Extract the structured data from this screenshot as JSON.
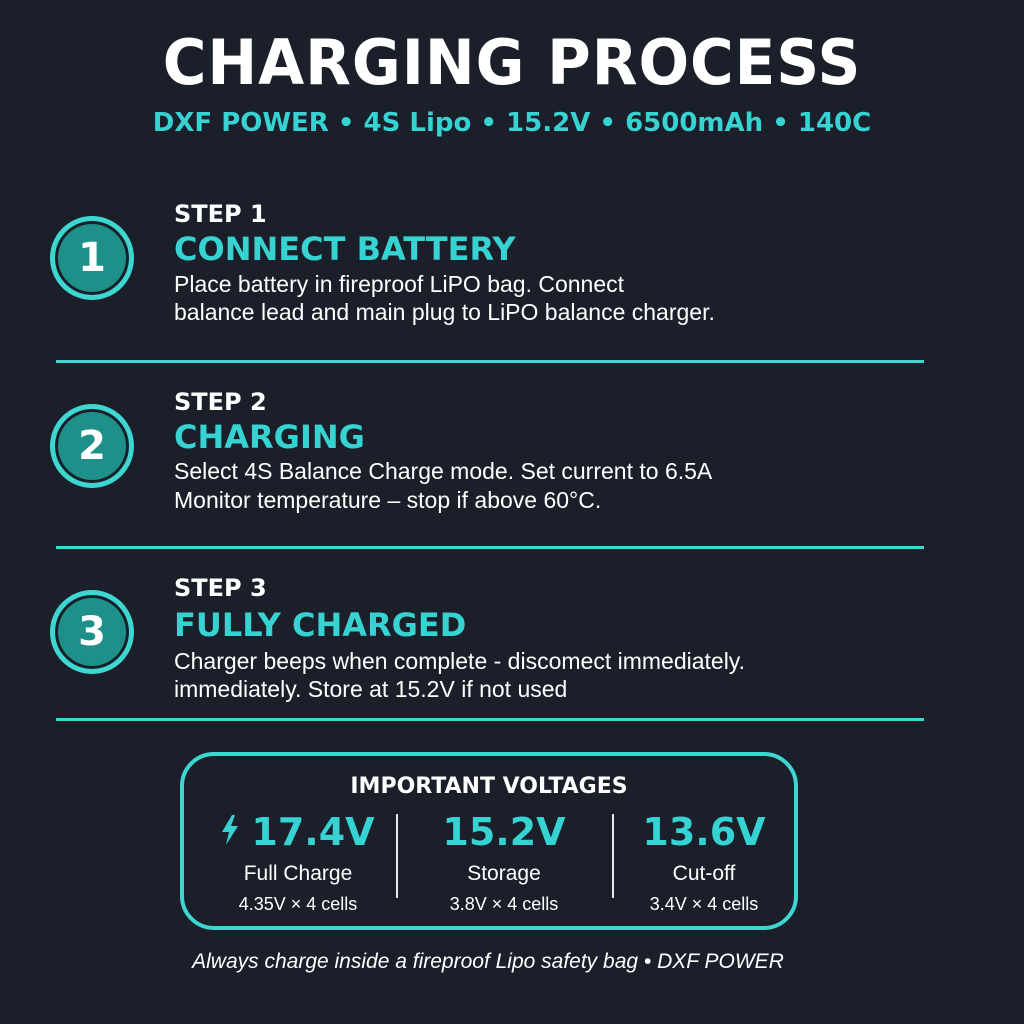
{
  "header": {
    "title": "CHARGING PROCESS",
    "subtitle": "DXF POWER • 4S Lipo • 15.2V • 6500mAh • 140C"
  },
  "steps": [
    {
      "number": "1",
      "label": "STEP 1",
      "heading": "CONNECT BATTERY",
      "lines": [
        "Place battery in fireproof LiPO bag. Connect",
        "balance lead and main plug to LiPO balance charger."
      ]
    },
    {
      "number": "2",
      "label": "STEP 2",
      "heading": "CHARGING",
      "lines": [
        "Select 4S Balance Charge mode. Set current to 6.5A",
        "Monitor temperature – stop if above 60°C."
      ]
    },
    {
      "number": "3",
      "label": "STEP 3",
      "heading": "FULLY CHARGED",
      "lines": [
        "Charger beeps when complete - discomect immediately.",
        "immediately. Store at 15.2V if not used"
      ]
    }
  ],
  "voltages": {
    "title": "IMPORTANT VOLTAGES",
    "items": [
      {
        "value": "17.4V",
        "name": "Full Charge",
        "note": "4.35V × 4 cells",
        "icon": "lightning-bolt-icon"
      },
      {
        "value": "15.2V",
        "name": "Storage",
        "note": "3.8V × 4 cells"
      },
      {
        "value": "13.6V",
        "name": "Cut-off",
        "note": "3.4V × 4 cells"
      }
    ]
  },
  "footer": "Always charge inside a fireproof Lipo safety bag • DXF POWER",
  "colors": {
    "background": "#1a1f2a",
    "accent": "#37d2d2",
    "circle_fill": "#1e8f89",
    "text": "#ffffff"
  }
}
